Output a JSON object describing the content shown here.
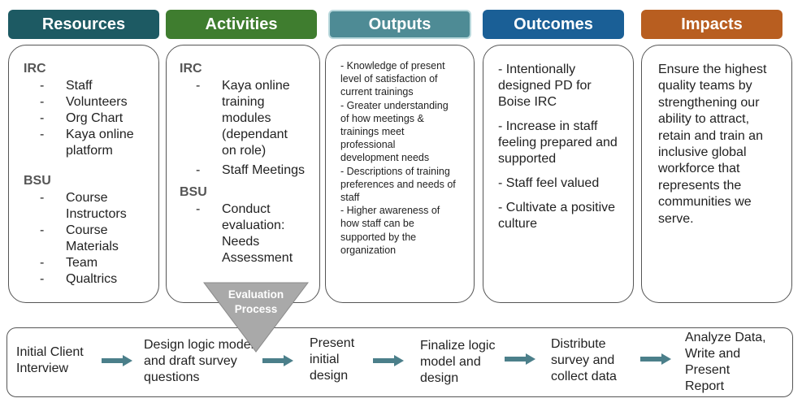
{
  "headers": {
    "resources": "Resources",
    "activities": "Activities",
    "outputs": "Outputs",
    "outcomes": "Outcomes",
    "impacts": "Impacts"
  },
  "colors": {
    "resources": "#1d5a63",
    "activities": "#3f7d2f",
    "outputs": "#4e8b95",
    "outcomes": "#1a5f96",
    "impacts": "#b85e20",
    "triangle": "#a9a9a9",
    "arrow": "#4b7f8a"
  },
  "resources": {
    "irc_title": "IRC",
    "irc_items": [
      "Staff",
      "Volunteers",
      "Org Chart",
      "Kaya online platform"
    ],
    "bsu_title": "BSU",
    "bsu_items": [
      "Course Instructors",
      "Course Materials",
      "Team",
      "Qualtrics"
    ]
  },
  "activities": {
    "irc_title": "IRC",
    "irc_items": [
      "Kaya online training modules (dependant on role)",
      "Staff Meetings"
    ],
    "bsu_title": "BSU",
    "bsu_items": [
      "Conduct evaluation: Needs Assessment"
    ]
  },
  "outputs": {
    "items": [
      "- Knowledge of present level of satisfaction of  current trainings",
      "- Greater understanding of how meetings & trainings meet professional development needs",
      "- Descriptions of training preferences and needs of staff",
      "- Higher awareness of how staff can be supported by the organization"
    ]
  },
  "outcomes": {
    "items": [
      "- Intentionally designed PD for Boise IRC",
      "- Increase in staff feeling prepared and supported",
      "- Staff feel valued",
      "- Cultivate a positive culture"
    ]
  },
  "impacts": {
    "text": "Ensure the highest quality teams by strengthening our ability to attract, retain and train an inclusive global workforce that represents the communities we serve."
  },
  "evaluation": {
    "label_line1": "Evaluation",
    "label_line2": "Process"
  },
  "process": {
    "steps": [
      "Initial Client Interview",
      "Design logic model and draft survey questions",
      "Present initial design",
      "Finalize logic model and design",
      "Distribute survey and collect data",
      "Analyze Data, Write and Present Report"
    ]
  }
}
